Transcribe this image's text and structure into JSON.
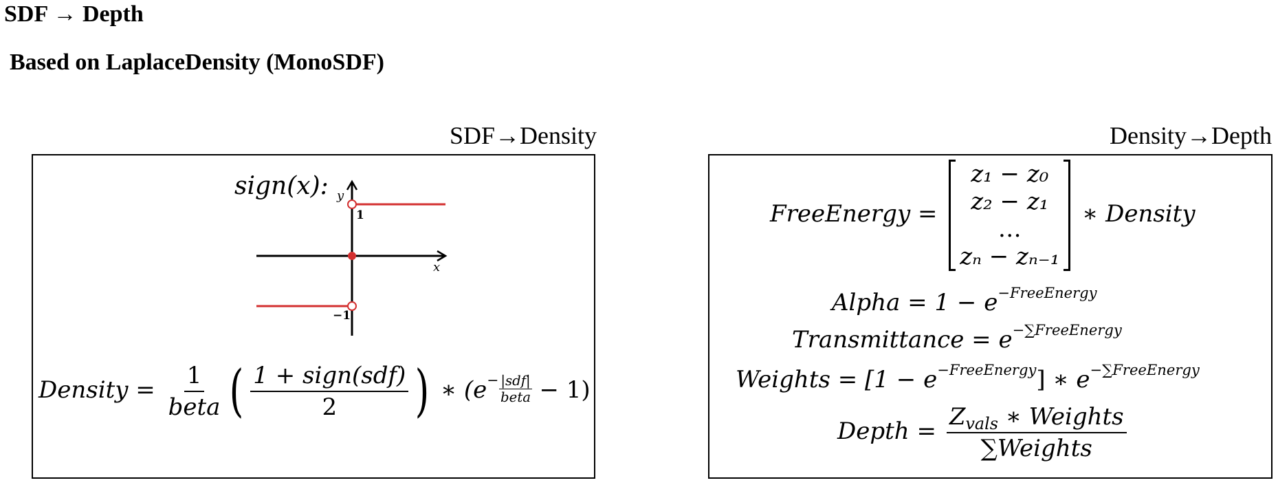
{
  "title": "SDF → Depth",
  "subtitle": "Based on LaplaceDensity (MonoSDF)",
  "left_panel": {
    "label": "SDF→Density",
    "sign_label": "sign(x):",
    "plot": {
      "y_axis_label": "y",
      "x_axis_label": "x",
      "tick_pos": "1",
      "tick_neg": "−1",
      "step_color": "#d32f2f",
      "axis_color": "#000000"
    },
    "density_eq": {
      "lhs": "Density =",
      "frac1_num": "1",
      "frac1_den": "beta",
      "paren_open": "(",
      "frac2_num": "1 + sign(sdf)",
      "frac2_den": "2",
      "paren_close": ")",
      "times": "∗ (e",
      "exp_sign": "−",
      "exp_num": "|sdf|",
      "exp_den": "beta",
      "tail": "− 1)"
    }
  },
  "right_panel": {
    "label": "Density→Depth",
    "free_energy": {
      "lhs": "FreeEnergy =",
      "matrix": [
        "z₁ − z₀",
        "z₂ − z₁",
        "…",
        "zₙ − zₙ₋₁"
      ],
      "rhs": "∗ Density"
    },
    "alpha": {
      "lhs": "Alpha = 1 −",
      "base": "e",
      "exp": "−FreeEnergy"
    },
    "transmittance": {
      "lhs": "Transmittance =",
      "base": "e",
      "exp": "−∑FreeEnergy"
    },
    "weights": {
      "lhs": "Weights = [1 −",
      "base": "e",
      "exp": "−FreeEnergy",
      "mid": "] ∗",
      "base2": "e",
      "exp2": "−∑FreeEnergy"
    },
    "depth": {
      "lhs": "Depth =",
      "num_z": "Z",
      "num_sub": "vals",
      "num_rest": " ∗ Weights",
      "den": "∑Weights"
    }
  }
}
